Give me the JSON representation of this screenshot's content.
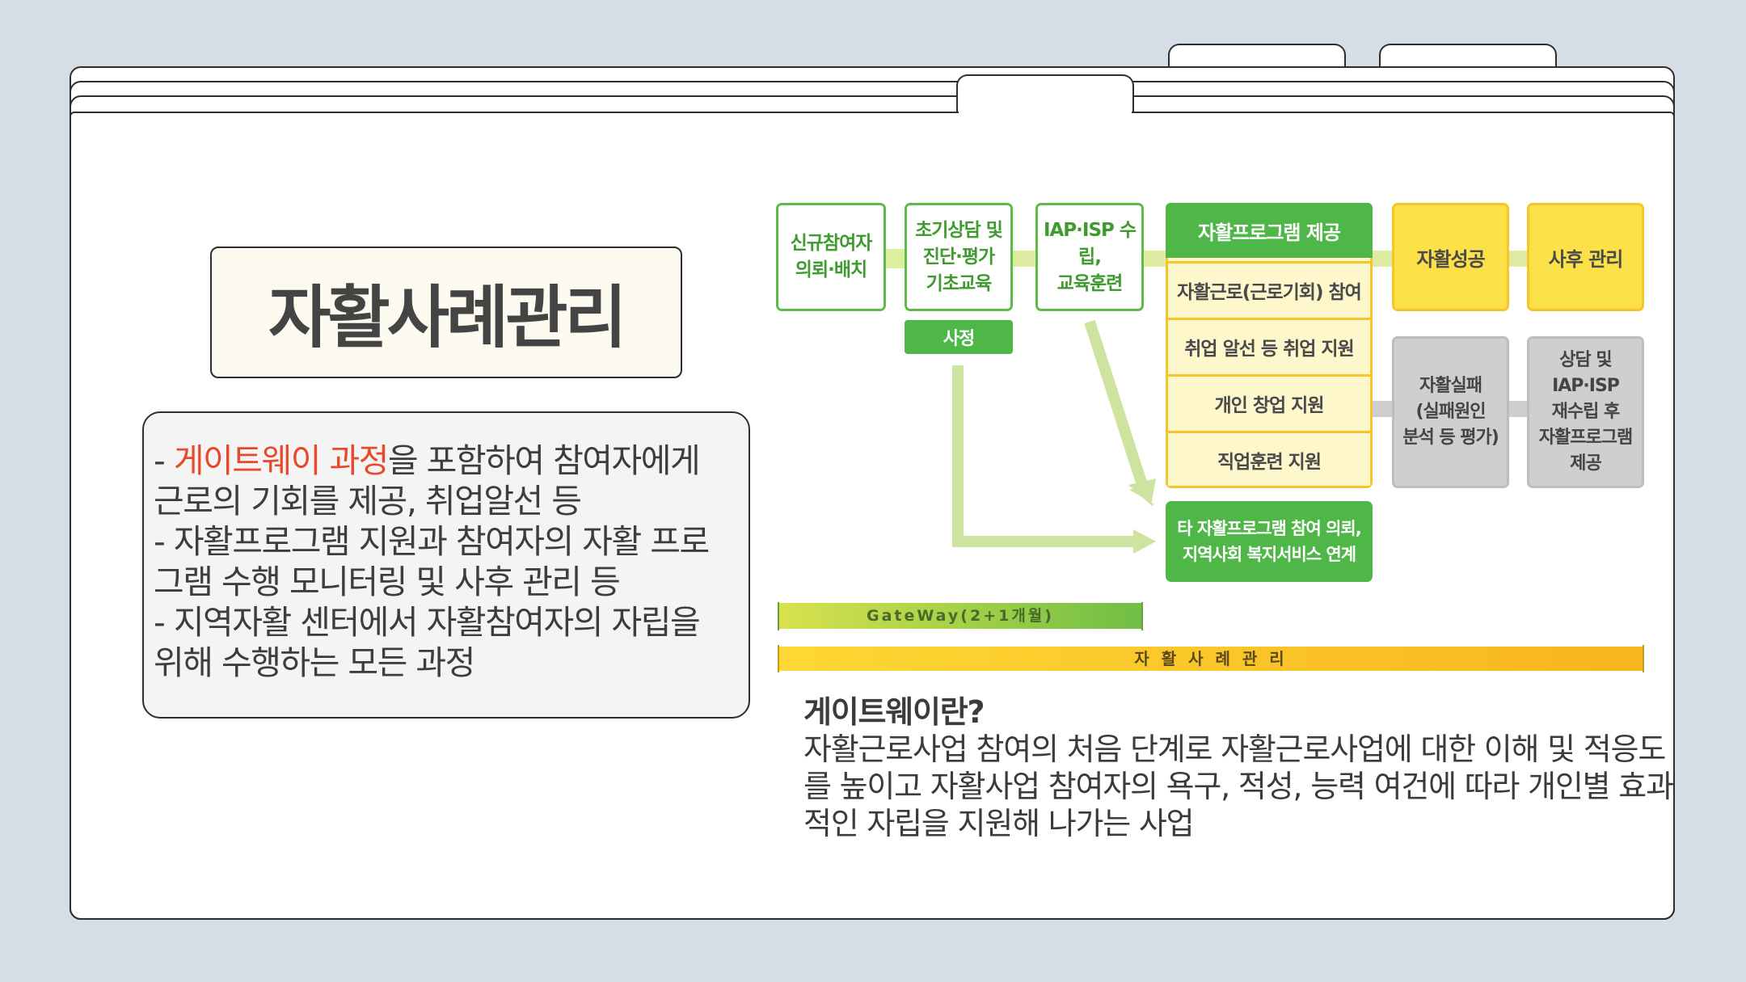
{
  "title": "자활사례관리",
  "description": {
    "line1_prefix": "- ",
    "line1_highlight": "게이트웨이 과정",
    "line1_rest": "을 포함하여 참여자에게",
    "line2": "근로의 기회를 제공, 취업알선 등",
    "line3": "- 자활프로그램 지원과 참여자의 자활 프로",
    "line4": "그램 수행 모니터링 및 사후 관리 등",
    "line5": "- 지역자활 센터에서 자활참여자의 자립을",
    "line6": "위해 수행하는 모든 과정"
  },
  "flow": {
    "step1": {
      "line1": "신규참여자",
      "line2": "의뢰·배치"
    },
    "step2": {
      "line1": "초기상담 및",
      "line2": "진단·평가",
      "line3": "기초교육"
    },
    "step2_sub": "사정",
    "step3": {
      "line1": "IAP·ISP 수립,",
      "line2": "교육훈련"
    },
    "program_header": "자활프로그램 제공",
    "program_items": [
      "자활근로(근로기회) 참여",
      "취업 알선 등 취업 지원",
      "개인 창업 지원",
      "직업훈련 지원"
    ],
    "success": "자활성공",
    "aftercare": "사후 관리",
    "failure": {
      "line1": "자활실패",
      "line2": "(실패원인",
      "line3": "분석 등 평가)"
    },
    "reconsult": {
      "line1": "상담 및",
      "line2": "IAP·ISP",
      "line3": "재수립 후",
      "line4": "자활프로그램",
      "line5": "제공"
    },
    "referral": {
      "line1": "타 자활프로그램 참여 의뢰,",
      "line2": "지역사회 복지서비스 연계"
    },
    "gateway_bar": "GateWay(2+1개월)",
    "case_bar": "자 활 사 례 관 리"
  },
  "gateway_explain": {
    "heading": "게이트웨이란?",
    "line1": "자활근로사업 참여의 처음 단계로 자활근로사업에 대한 이해 및 적응도",
    "line2": "를 높이고 자활사업 참여자의 욕구, 적성, 능력 여건에 따라 개인별 효과",
    "line3": "적인 자립을 지원해 나가는 사업"
  },
  "colors": {
    "background": "#d5dde7",
    "highlight": "#e8492b",
    "green": "#4fb748",
    "yellow": "#fbe047",
    "gray": "#cfcfcf"
  }
}
